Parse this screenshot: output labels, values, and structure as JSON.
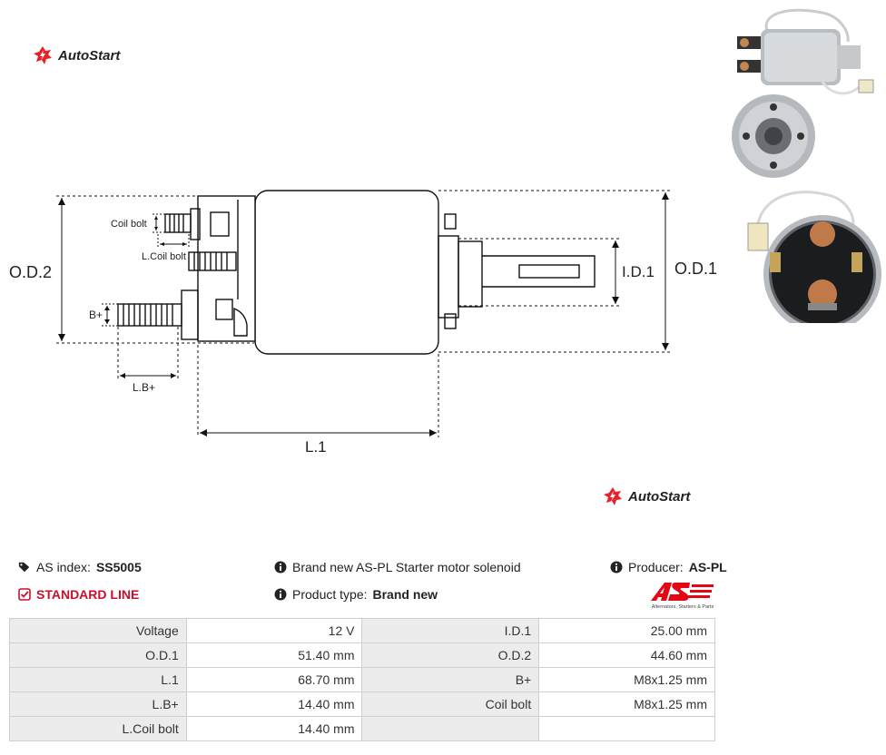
{
  "brand": {
    "name": "AutoStart",
    "accent": "#e8202a"
  },
  "diagram": {
    "labels": {
      "coil_bolt": "Coil bolt",
      "l_coil_bolt": "L.Coil bolt",
      "b_plus": "B+",
      "l_b_plus": "L.B+",
      "od2": "O.D.2",
      "od1": "O.D.1",
      "id1": "I.D.1",
      "l1": "L.1"
    }
  },
  "info": {
    "as_index_label": "AS index:",
    "as_index_value": "SS5005",
    "line": "STANDARD LINE",
    "description": "Brand new AS-PL Starter motor solenoid",
    "product_type_label": "Product type:",
    "product_type_value": "Brand new",
    "producer_label": "Producer:",
    "producer_value": "AS-PL",
    "producer_tagline": "Alternators, Starters & Parts",
    "line_color": "#c8102e"
  },
  "specs": [
    [
      "Voltage",
      "12 V",
      "I.D.1",
      "25.00 mm"
    ],
    [
      "O.D.1",
      "51.40 mm",
      "O.D.2",
      "44.60 mm"
    ],
    [
      "L.1",
      "68.70 mm",
      "B+",
      "M8x1.25 mm"
    ],
    [
      "L.B+",
      "14.40 mm",
      "Coil bolt",
      "M8x1.25 mm"
    ],
    [
      "L.Coil bolt",
      "14.40 mm",
      "",
      ""
    ]
  ]
}
